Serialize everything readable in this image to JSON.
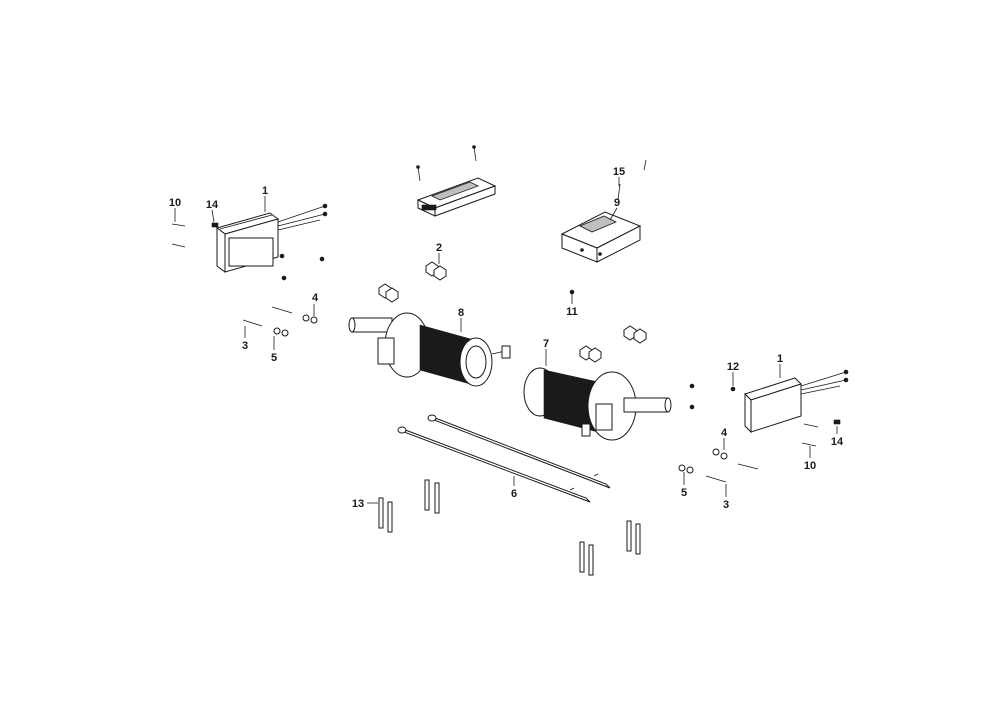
{
  "diagram": {
    "callouts": [
      {
        "id": "c1a",
        "label": "1"
      },
      {
        "id": "c1b",
        "label": "1"
      },
      {
        "id": "c2",
        "label": "2"
      },
      {
        "id": "c3a",
        "label": "3"
      },
      {
        "id": "c3b",
        "label": "3"
      },
      {
        "id": "c4a",
        "label": "4"
      },
      {
        "id": "c4b",
        "label": "4"
      },
      {
        "id": "c5a",
        "label": "5"
      },
      {
        "id": "c5b",
        "label": "5"
      },
      {
        "id": "c6",
        "label": "6"
      },
      {
        "id": "c7",
        "label": "7"
      },
      {
        "id": "c8",
        "label": "8"
      },
      {
        "id": "c9",
        "label": "9"
      },
      {
        "id": "c10a",
        "label": "10"
      },
      {
        "id": "c10b",
        "label": "10"
      },
      {
        "id": "c11",
        "label": "11"
      },
      {
        "id": "c12",
        "label": "12"
      },
      {
        "id": "c13",
        "label": "13"
      },
      {
        "id": "c14a",
        "label": "14"
      },
      {
        "id": "c14b",
        "label": "14"
      },
      {
        "id": "c15",
        "label": "15"
      }
    ]
  }
}
